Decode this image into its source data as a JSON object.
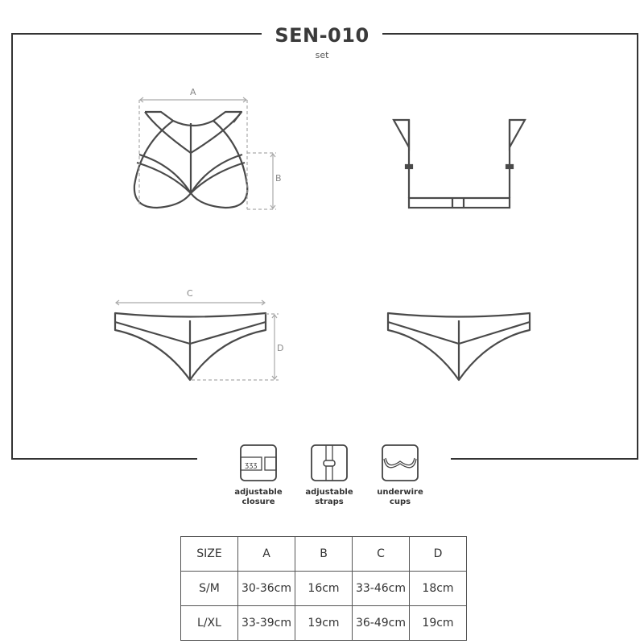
{
  "header": {
    "title": "SEN-010",
    "subtitle": "set"
  },
  "dimensions": {
    "a": "A",
    "b": "B",
    "c": "C",
    "d": "D"
  },
  "features": [
    {
      "icon": "adjustable-closure-icon",
      "line1": "adjustable",
      "line2": "closure"
    },
    {
      "icon": "adjustable-straps-icon",
      "line1": "adjustable",
      "line2": "straps"
    },
    {
      "icon": "underwire-cups-icon",
      "line1": "underwire",
      "line2": "cups"
    }
  ],
  "size_table": {
    "headers": [
      "SIZE",
      "A",
      "B",
      "C",
      "D"
    ],
    "rows": [
      [
        "S/M",
        "30-36cm",
        "16cm",
        "33-46cm",
        "18cm"
      ],
      [
        "L/XL",
        "33-39cm",
        "19cm",
        "36-49cm",
        "19cm"
      ]
    ]
  }
}
